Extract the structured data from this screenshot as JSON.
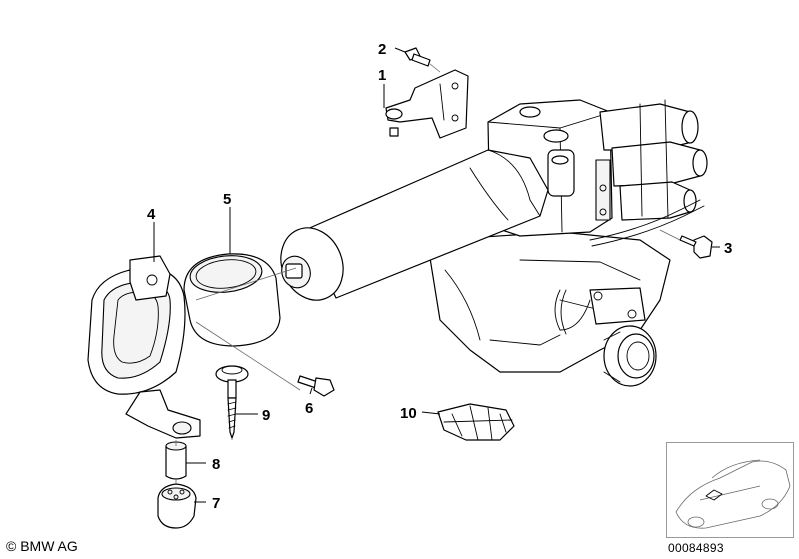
{
  "callouts": [
    {
      "id": "1",
      "text": "1"
    },
    {
      "id": "2",
      "text": "2"
    },
    {
      "id": "3",
      "text": "3"
    },
    {
      "id": "4",
      "text": "4"
    },
    {
      "id": "5",
      "text": "5"
    },
    {
      "id": "6",
      "text": "6"
    },
    {
      "id": "7",
      "text": "7"
    },
    {
      "id": "8",
      "text": "8"
    },
    {
      "id": "9",
      "text": "9"
    },
    {
      "id": "10",
      "text": "10"
    }
  ],
  "footer": {
    "copyright": "© BMW AG",
    "drawing_number": "00084893"
  }
}
